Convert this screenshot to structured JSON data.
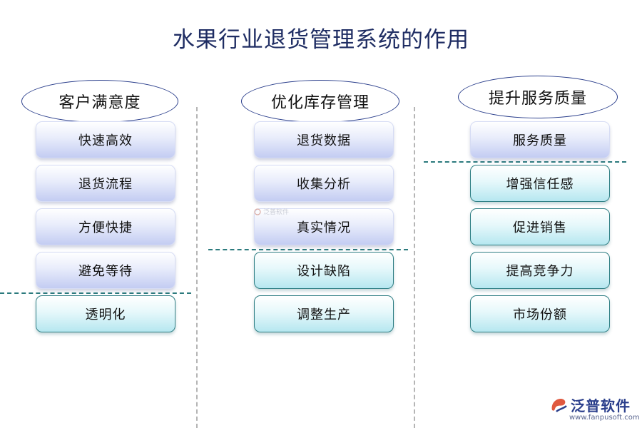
{
  "title": "水果行业退货管理系统的作用",
  "columns": [
    {
      "header": "客户满意度",
      "items": [
        "快速高效",
        "退货流程",
        "方便快捷",
        "避免等待",
        "透明化"
      ]
    },
    {
      "header": "优化库存管理",
      "items": [
        "退货数据",
        "收集分析",
        "真实情况",
        "设计缺陷",
        "调整生产"
      ]
    },
    {
      "header": "提升服务质量",
      "items": [
        "服务质量",
        "增强信任感",
        "促进销售",
        "提高竞争力",
        "市场份额"
      ]
    }
  ],
  "watermark": {
    "inline": "泛普软件"
  },
  "logo": {
    "name": "泛普软件",
    "url": "www.fanpusoft.com"
  },
  "colors": {
    "title": "#1f2d63",
    "blue_box": "#c3ccf2",
    "teal_box": "#b6e7f0",
    "teal_border": "#2f7f84",
    "oval_border": "#2b3f8c"
  }
}
